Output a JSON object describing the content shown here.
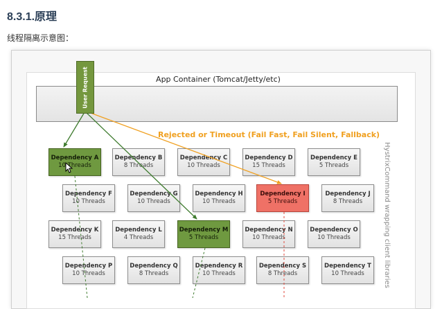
{
  "heading": "8.3.1.原理",
  "subtitle": "线程隔离示意图：",
  "diagram": {
    "container_title": "App Container (Tomcat/Jetty/etc)",
    "user_request": "User Request",
    "rejected_label": "Rejected or Timeout (Fail Fast, Fail Silent, Fallback)",
    "side_label": "HystrixCommand wrapping client libraries",
    "colors": {
      "green": "#6f9940",
      "red": "#ef7166",
      "orange": "#f0a020",
      "line_green": "#3e7b2e"
    },
    "dependencies": [
      {
        "name": "Dependency A",
        "threads": "10 Threads",
        "state": "green"
      },
      {
        "name": "Dependency B",
        "threads": "8 Threads",
        "state": "normal"
      },
      {
        "name": "Dependency C",
        "threads": "10 Threads",
        "state": "normal"
      },
      {
        "name": "Dependency D",
        "threads": "15 Threads",
        "state": "normal"
      },
      {
        "name": "Dependency E",
        "threads": "5 Threads",
        "state": "normal"
      },
      {
        "name": "Dependency F",
        "threads": "10 Threads",
        "state": "normal"
      },
      {
        "name": "Dependency G",
        "threads": "10 Threads",
        "state": "normal"
      },
      {
        "name": "Dependency H",
        "threads": "10 Threads",
        "state": "normal"
      },
      {
        "name": "Dependency I",
        "threads": "5 Threads",
        "state": "red"
      },
      {
        "name": "Dependency J",
        "threads": "8 Threads",
        "state": "normal"
      },
      {
        "name": "Dependency K",
        "threads": "15 Threads",
        "state": "normal"
      },
      {
        "name": "Dependency L",
        "threads": "4 Threads",
        "state": "normal"
      },
      {
        "name": "Dependency M",
        "threads": "5 Threads",
        "state": "green"
      },
      {
        "name": "Dependency N",
        "threads": "10 Threads",
        "state": "normal"
      },
      {
        "name": "Dependency O",
        "threads": "10 Threads",
        "state": "normal"
      },
      {
        "name": "Dependency P",
        "threads": "10 Threads",
        "state": "normal"
      },
      {
        "name": "Dependency Q",
        "threads": "8 Threads",
        "state": "normal"
      },
      {
        "name": "Dependency R",
        "threads": "10 Threads",
        "state": "normal"
      },
      {
        "name": "Dependency S",
        "threads": "8 Threads",
        "state": "normal"
      },
      {
        "name": "Dependency T",
        "threads": "10 Threads",
        "state": "normal"
      }
    ]
  }
}
